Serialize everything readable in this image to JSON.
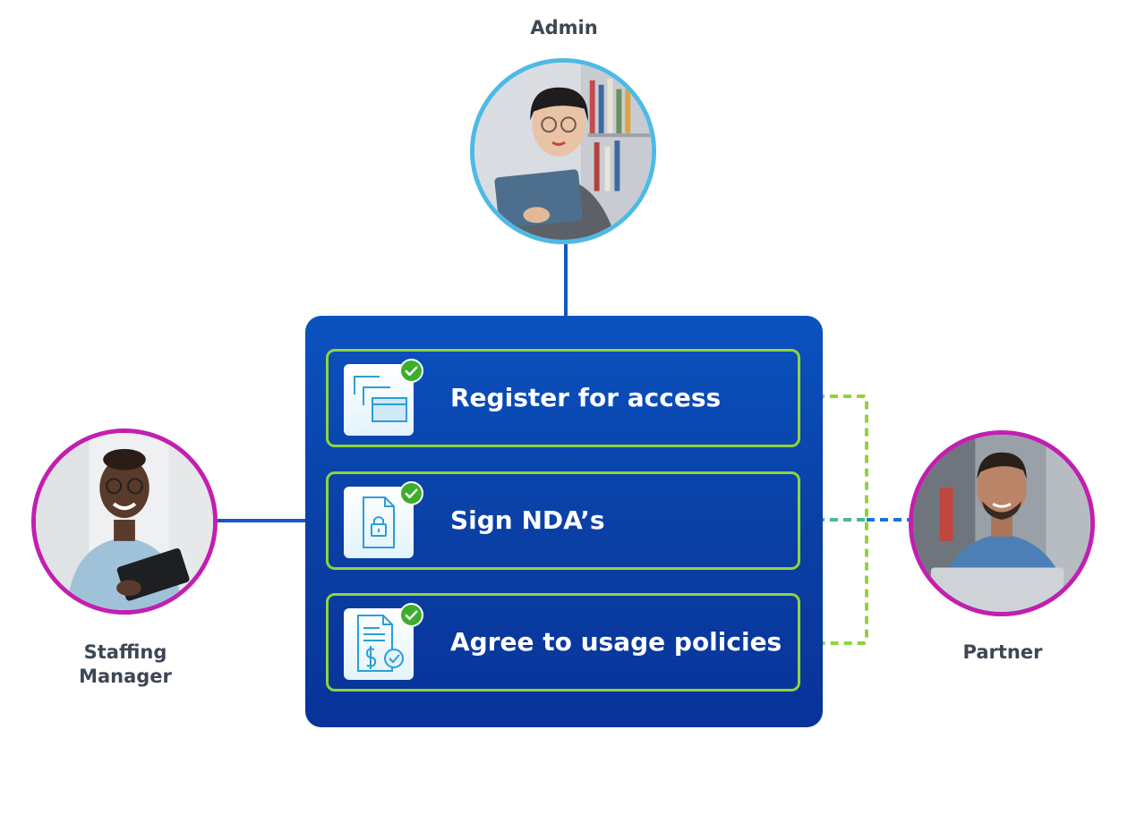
{
  "roles": {
    "admin": {
      "label": "Admin",
      "ring_color": "#4fb9e6"
    },
    "staffing_manager": {
      "label_line1": "Staffing",
      "label_line2": "Manager",
      "ring_color": "#c21fb0"
    },
    "partner": {
      "label": "Partner",
      "ring_color": "#c21fb0"
    }
  },
  "steps": [
    {
      "label": "Register for access",
      "icon": "windows-stack-icon",
      "status": "complete"
    },
    {
      "label": "Sign NDA’s",
      "icon": "locked-document-icon",
      "status": "complete"
    },
    {
      "label": "Agree to usage policies",
      "icon": "invoice-dollar-icon",
      "status": "complete"
    }
  ],
  "colors": {
    "panel": "#0a45b0",
    "step_border": "#8fd43c",
    "check": "#3dae2b",
    "solid_connector": "#1158c0",
    "dashed_connector_green": "#8fd43c",
    "dashed_connector_blue": "#1a73d6",
    "label_text": "#3d4754"
  }
}
